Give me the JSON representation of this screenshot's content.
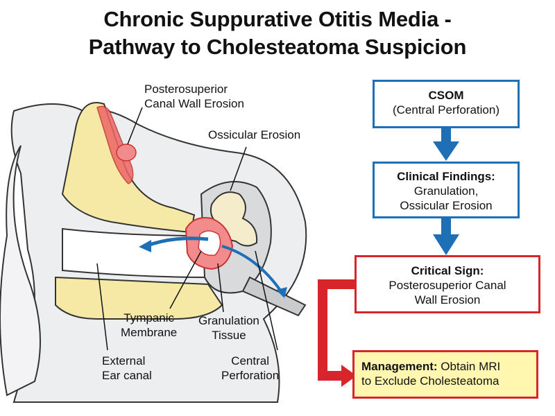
{
  "title": {
    "line1": "Chronic Suppurative Otitis Media -",
    "line2": "Pathway to Cholesteatoma Suspicion"
  },
  "labels": {
    "posterosuperior": [
      "Posterosuperior",
      "Canal Wall Erosion"
    ],
    "ossicular": "Ossicular Erosion",
    "tympanic": [
      "Tympanic",
      "Membrane"
    ],
    "granulation": [
      "Granulation",
      "Tissue"
    ],
    "external": [
      "External",
      "Ear canal"
    ],
    "central": [
      "Central",
      "Perforation"
    ]
  },
  "flow": {
    "csom": {
      "title": "CSOM",
      "subtitle": "(Central Perforation)"
    },
    "clinical": {
      "title": "Clinical Findings:",
      "line1": "Granulation,",
      "line2": "Ossicular Erosion"
    },
    "critical": {
      "title": "Critical Sign:",
      "line1": "Posterosuperior Canal",
      "line2": "Wall Erosion"
    },
    "management": {
      "title": "Management:",
      "line1_rest": " Obtain MRI",
      "line2": "to Exclude Cholesteatoma"
    }
  },
  "colors": {
    "blue": "#1f6fb6",
    "red": "#d8252b",
    "yellow_fill": "#fff7b0",
    "bone": "#f6e9a6",
    "erosion": "#f28b8b"
  }
}
